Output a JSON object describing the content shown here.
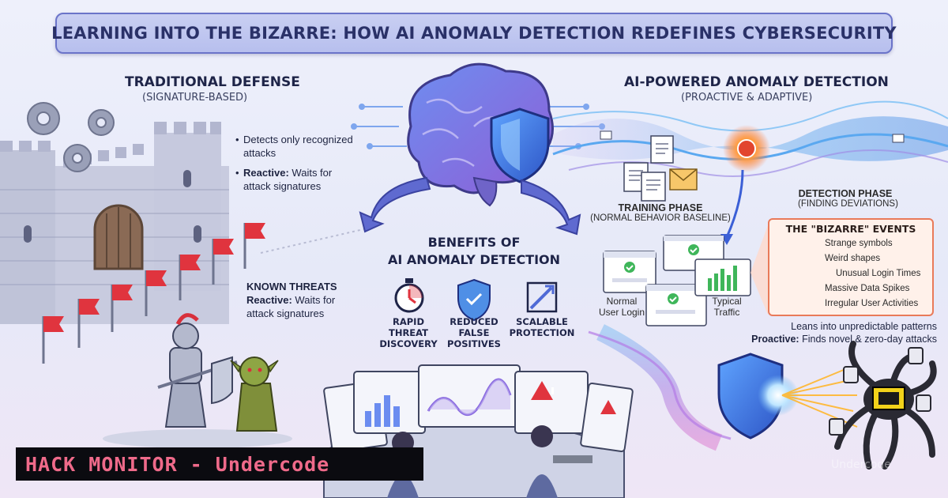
{
  "title": "LEARNING INTO THE BIZARRE: HOW AI ANOMALY DETECTION REDEFINES CYBERSECURITY",
  "traditional": {
    "heading": "TRADITIONAL DEFENSE",
    "subheading": "(SIGNATURE-BASED)",
    "bullet1": "Detects only recognized attacks",
    "bullet2_bold": "Reactive:",
    "bullet2_rest": " Waits for attack signatures",
    "known_threats": "KNOWN THREATS",
    "known_reactive_bold": "Reactive:",
    "known_reactive_rest": " Waits for attack signatures"
  },
  "ai": {
    "heading": "AI-POWERED ANOMALY DETECTION",
    "subheading": "(PROACTIVE & ADAPTIVE)",
    "training_phase": "TRAINING PHASE",
    "training_sub": "(NORMAL BEHAVIOR BASELINE)",
    "detection_phase": "DETECTION PHASE",
    "detection_sub": "(FINDING DEVIATIONS)",
    "normal_login_1": "Normal",
    "normal_login_2": "User Login",
    "typical_traffic_1": "Typical",
    "typical_traffic_2": "Traffic",
    "leans": "Leans into unpredictable patterns",
    "proactive_bold": "Proactive:",
    "proactive_rest": " Finds novel & zero-day attacks"
  },
  "bizarre": {
    "title": "THE \"BIZARRE\" EVENTS",
    "items": [
      "Strange symbols",
      "Weird shapes",
      "Unusual Login Times",
      "Massive Data Spikes",
      "Irregular User Activities"
    ]
  },
  "benefits": {
    "title_line1": "BENEFITS OF",
    "title_line2": "AI ANOMALY DETECTION",
    "items": [
      {
        "line1": "RAPID THREAT",
        "line2": "DISCOVERY",
        "line3": "",
        "icon": "stopwatch-icon"
      },
      {
        "line1": "REDUCED",
        "line2": "FALSE",
        "line3": "POSITIVES",
        "icon": "shield-check-icon"
      },
      {
        "line1": "SCALABLE",
        "line2": "PROTECTION",
        "line3": "",
        "icon": "scale-arrow-icon"
      }
    ]
  },
  "footer": {
    "brand": "HACK MONITOR - Undercode",
    "watermark": "Undercode"
  },
  "colors": {
    "accent": "#6b74c9",
    "threat_red": "#e0343e",
    "brain_purple": "#7b66d6",
    "shield_blue": "#2e6fd6",
    "stream_blue": "#6fb6f2",
    "brand_pink": "#ef6a8a"
  }
}
